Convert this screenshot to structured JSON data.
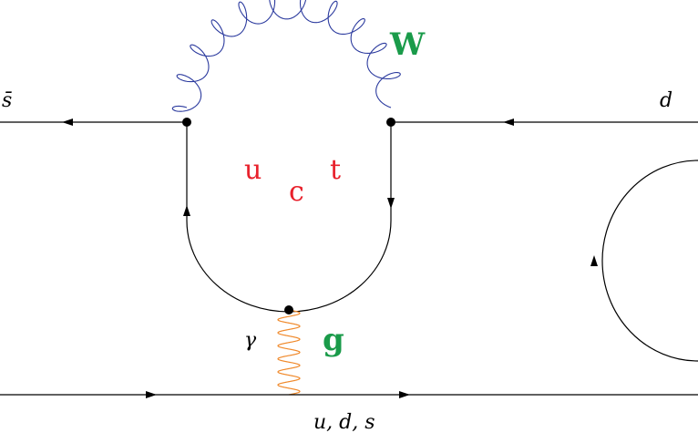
{
  "diagram": {
    "labels": {
      "sbar": "s̄",
      "d": "d",
      "W": "W",
      "quark_u": "u",
      "quark_c": "c",
      "quark_t": "t",
      "gamma": "γ",
      "g": "g",
      "bottom": "u, d, s"
    },
    "colors": {
      "quark_labels": "#e8202b",
      "boson_labels": "#1a9b4a",
      "gluon_W_line": "#2b3a9e",
      "photon_line": "#f08a2c",
      "fermion_lines": "#000000"
    },
    "icons": {
      "vertex": "filled-circle-vertex",
      "direction": "triangle-arrow"
    }
  }
}
